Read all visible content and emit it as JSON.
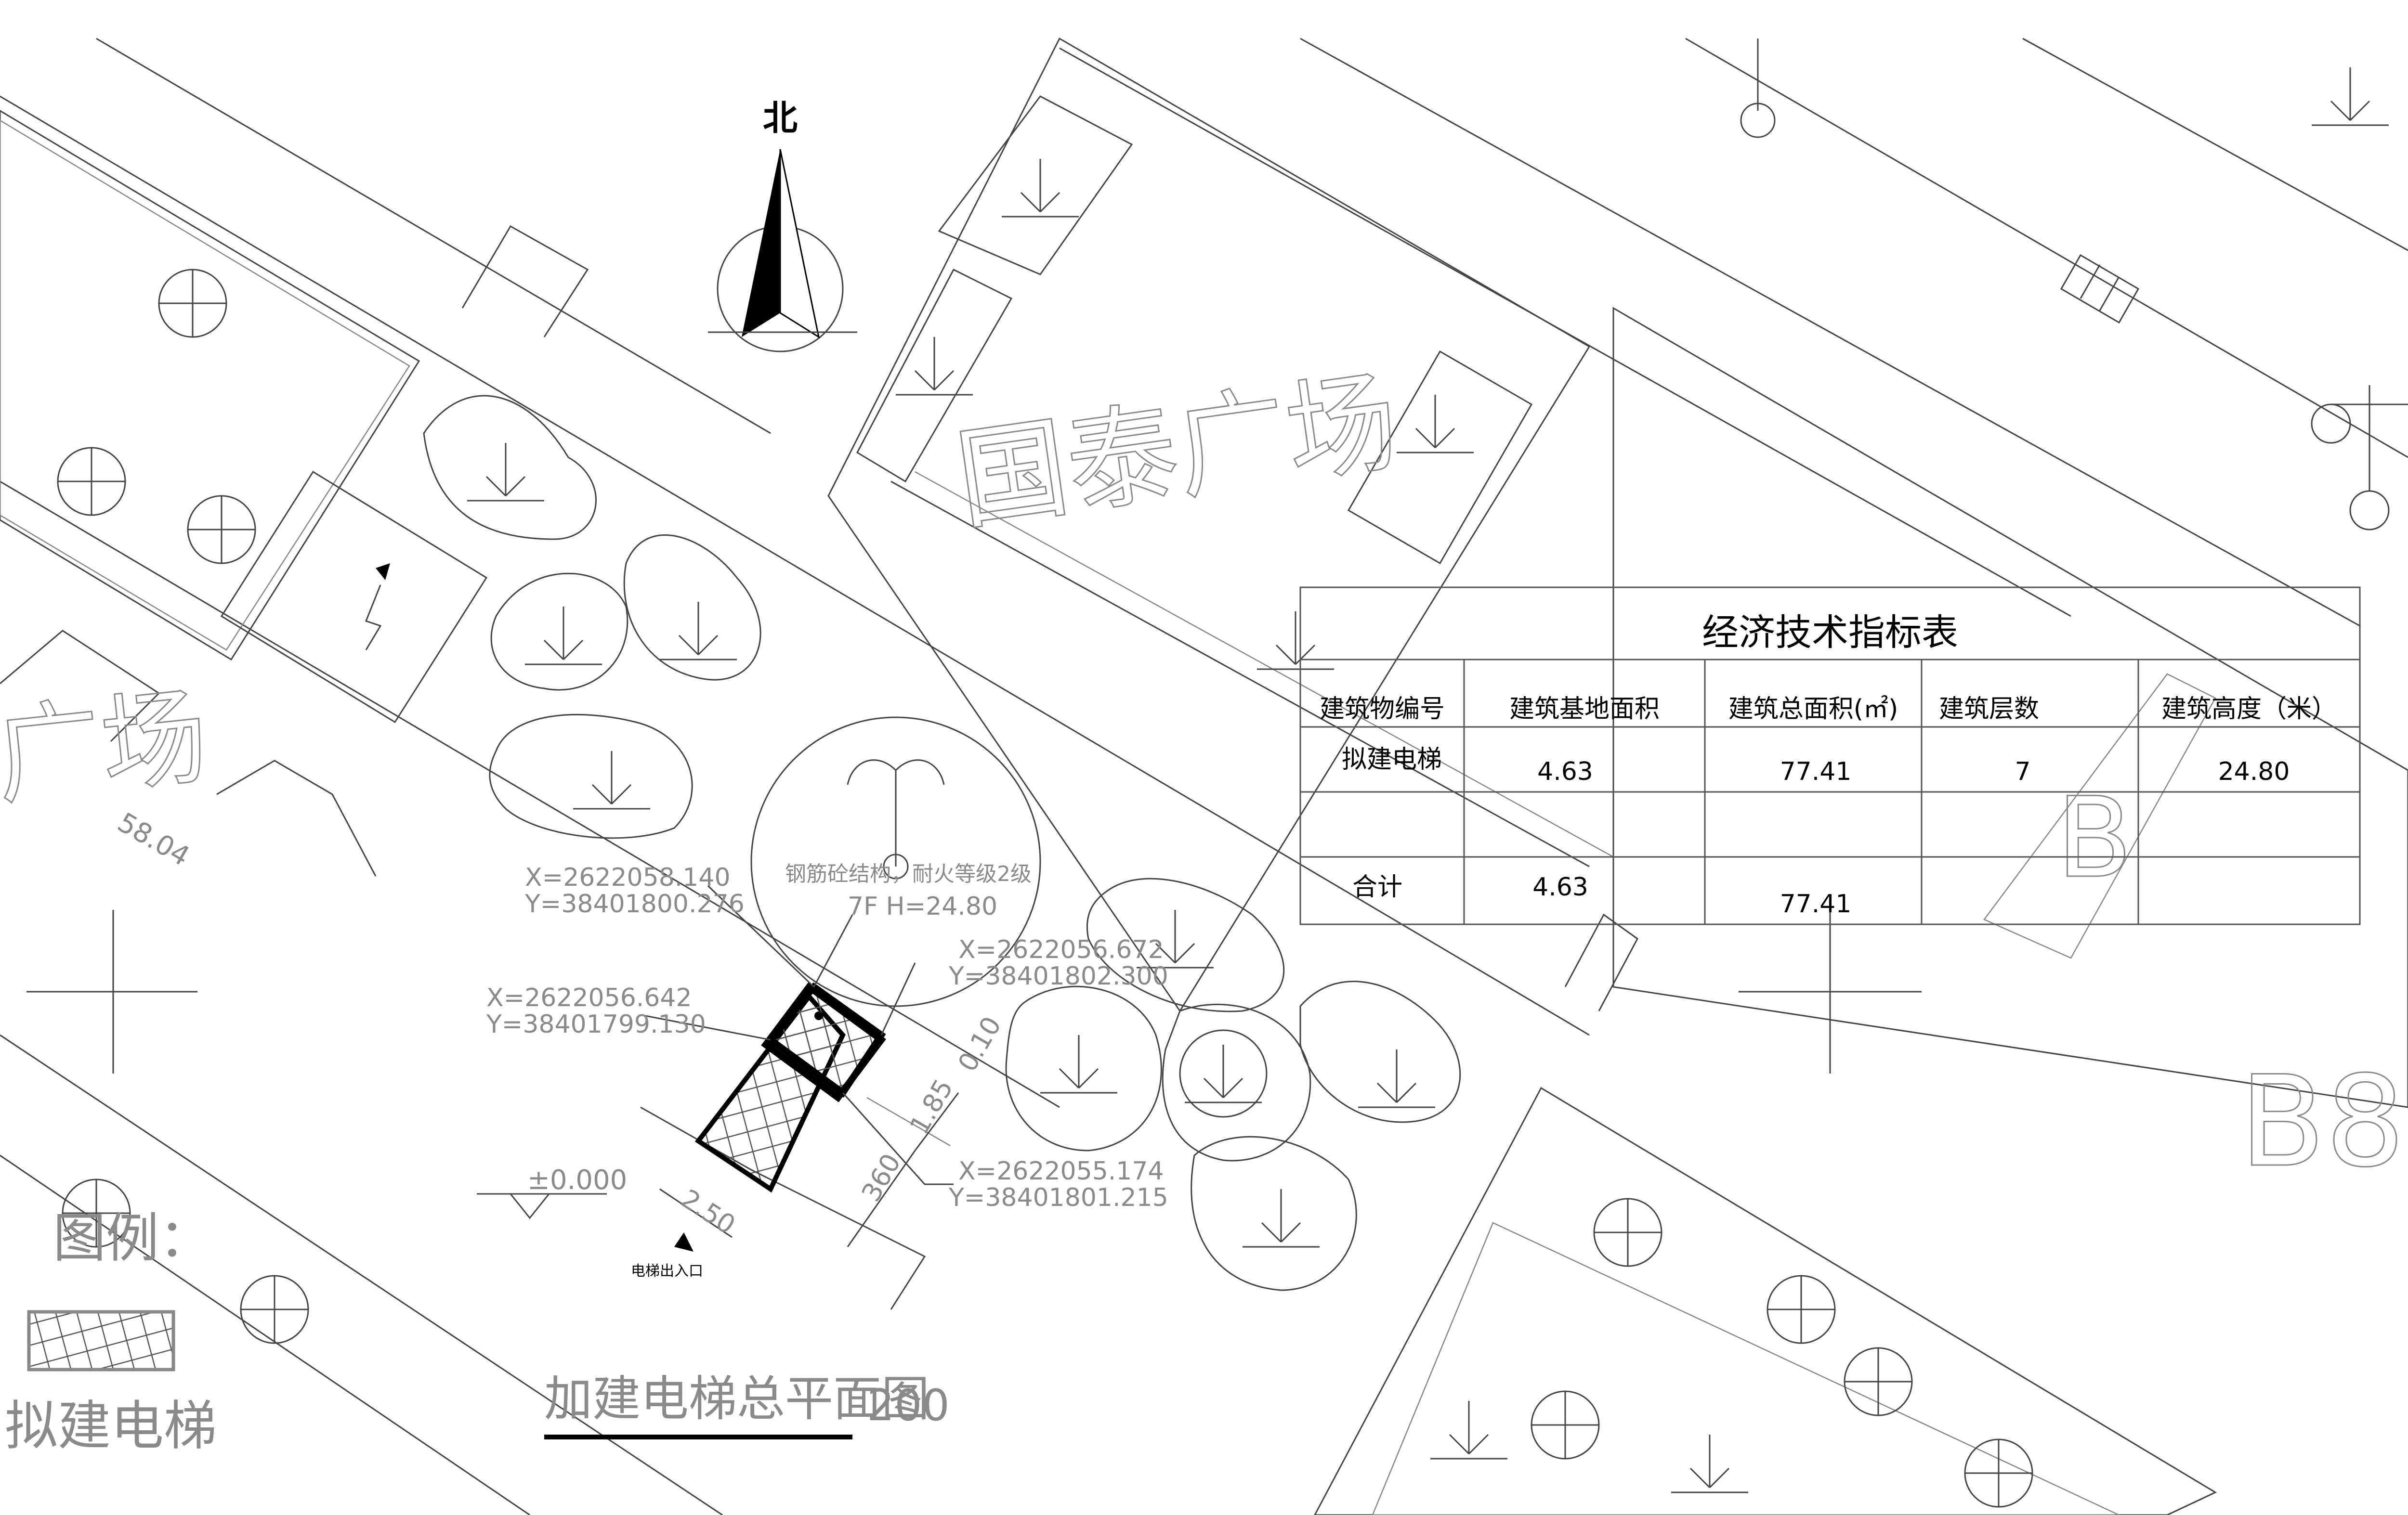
{
  "drawing": {
    "title": "加建电梯总平面图",
    "scale": "200",
    "north_label": "北",
    "plaza_name": "国泰广场",
    "plaza_partial": "广场",
    "block_label": "B8",
    "block_letter": "B",
    "elevation_label": "±0.000",
    "left_dim": "58.04",
    "structure_note": "钢筋砼结构，耐火等级2级",
    "height_note": "7F H=24.80",
    "entrance_label": "电梯出入口",
    "dims": {
      "width": "2.50",
      "depth_a": "1.85",
      "depth_b": "0.10",
      "depth_c": "360"
    },
    "coords": [
      {
        "x": "X=2622058.140",
        "y": "Y=38401800.276"
      },
      {
        "x": "X=2622056.672",
        "y": "Y=38401802.300"
      },
      {
        "x": "X=2622056.642",
        "y": "Y=38401799.130"
      },
      {
        "x": "X=2622055.174",
        "y": "Y=38401801.215"
      }
    ]
  },
  "legend": {
    "title": "图例：",
    "label": "拟建电梯"
  },
  "table": {
    "title": "经济技术指标表",
    "headers": [
      "建筑物编号",
      "建筑基地面积",
      "建筑总面积(㎡)",
      "建筑层数",
      "建筑高度（米）"
    ],
    "rows": [
      [
        "拟建电梯",
        "4.63",
        "77.41",
        "7",
        "24.80"
      ],
      [
        "",
        "",
        "",
        "",
        ""
      ],
      [
        "合计",
        "4.63",
        "77.41",
        "",
        ""
      ]
    ]
  },
  "colors": {
    "line": "#444444",
    "light_line": "#888888",
    "text_grey": "#8a8a8a",
    "ink": "#000000"
  }
}
